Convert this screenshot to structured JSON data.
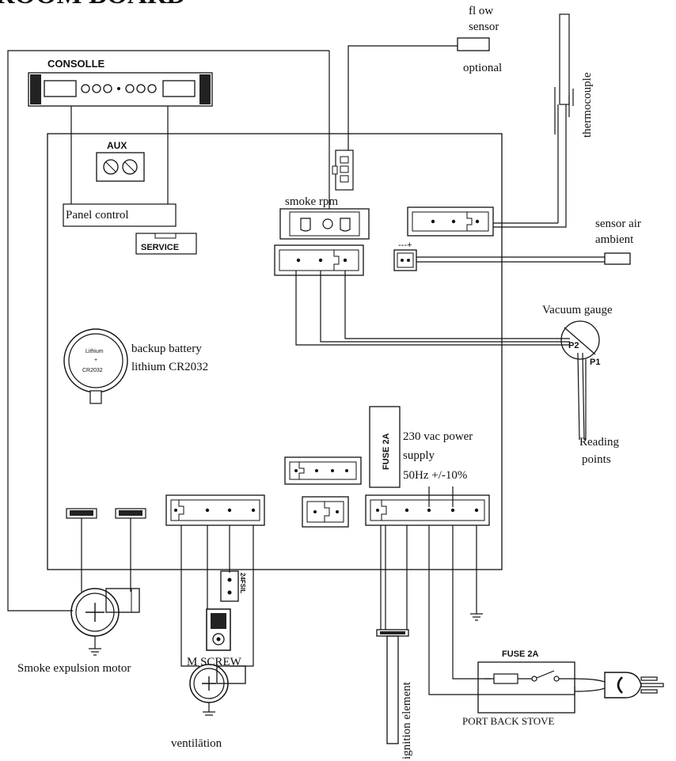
{
  "header_text": "ROOM BOARD",
  "labels": {
    "consolle": "CONSOLLE",
    "aux": "AUX",
    "panel_control": "Panel control",
    "service": "SERVICE",
    "flow_sensor_line1": "fl ow",
    "flow_sensor_line2": "sensor",
    "optional": "optional",
    "thermocouple": "thermocouple",
    "smoke_rpm": "smoke rpm",
    "sensor_air_line1": "sensor air",
    "sensor_air_line2": "ambient",
    "polarity": "---+",
    "vacuum_gauge": "Vacuum gauge",
    "p2": "P2",
    "p1": "P1",
    "reading_line1": "Reading",
    "reading_line2": "points",
    "battery_line1": "backup battery",
    "battery_line2": "lithium CR2032",
    "battery_chip_top": "Lithium",
    "battery_chip_mid": "+",
    "battery_chip_bottom": "CR2032",
    "fuse_board": "FUSE 2A",
    "power_line1": "230 vac power",
    "power_line2": "supply",
    "power_line3": "50Hz +/-10%",
    "smoke_motor": "Smoke expulsion motor",
    "m_screw": "M SCREW",
    "fuse_label": "24FSIL",
    "ignition": "ignition element",
    "ventilation": "ventilātion",
    "fuse_plug": "FUSE 2A",
    "port_back_stove": "PORT BACK STOVE"
  }
}
